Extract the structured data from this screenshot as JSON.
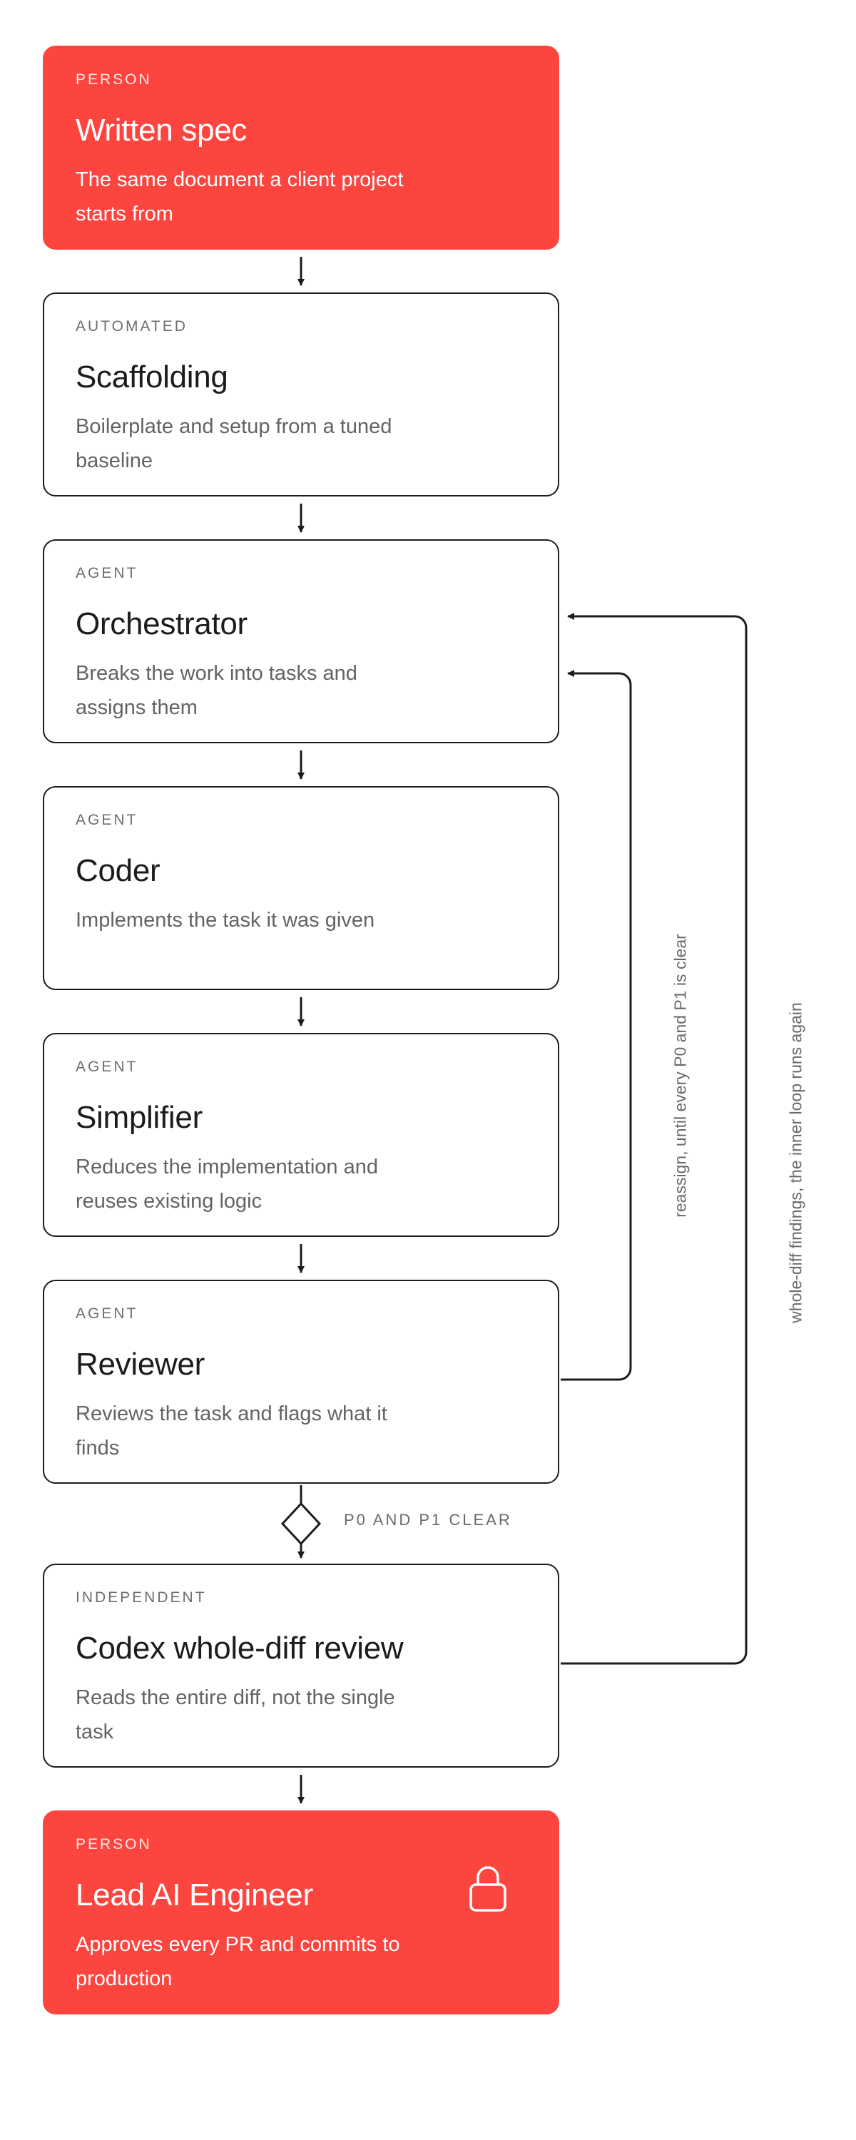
{
  "nodes": [
    {
      "kicker": "PERSON",
      "title": "Written spec",
      "desc": "The same document a client project starts from",
      "kind": "person"
    },
    {
      "kicker": "AUTOMATED",
      "title": "Scaffolding",
      "desc": "Boilerplate and setup from a tuned baseline",
      "kind": "outline"
    },
    {
      "kicker": "AGENT",
      "title": "Orchestrator",
      "desc": "Breaks the work into tasks and assigns them",
      "kind": "outline"
    },
    {
      "kicker": "AGENT",
      "title": "Coder",
      "desc": "Implements the task it was given",
      "kind": "outline"
    },
    {
      "kicker": "AGENT",
      "title": "Simplifier",
      "desc": "Reduces the implementation and reuses existing logic",
      "kind": "outline"
    },
    {
      "kicker": "AGENT",
      "title": "Reviewer",
      "desc": "Reviews the task and flags what it finds",
      "kind": "outline"
    },
    {
      "kicker": "INDEPENDENT",
      "title": "Codex whole-diff review",
      "desc": "Reads the entire diff, not the single task",
      "kind": "outline"
    },
    {
      "kicker": "PERSON",
      "title": "Lead AI Engineer",
      "desc": "Approves every PR and commits to production",
      "kind": "person"
    }
  ],
  "gate": {
    "label": "P0 AND P1 CLEAR"
  },
  "loops": {
    "inner": "reassign, until every P0 and P1 is clear",
    "outer": "whole-diff findings, the inner loop runs again"
  },
  "icons": {
    "lock": "lock-icon"
  },
  "colors": {
    "accent": "#fd4540",
    "ink": "#1c1c1c",
    "muted": "#636363"
  }
}
